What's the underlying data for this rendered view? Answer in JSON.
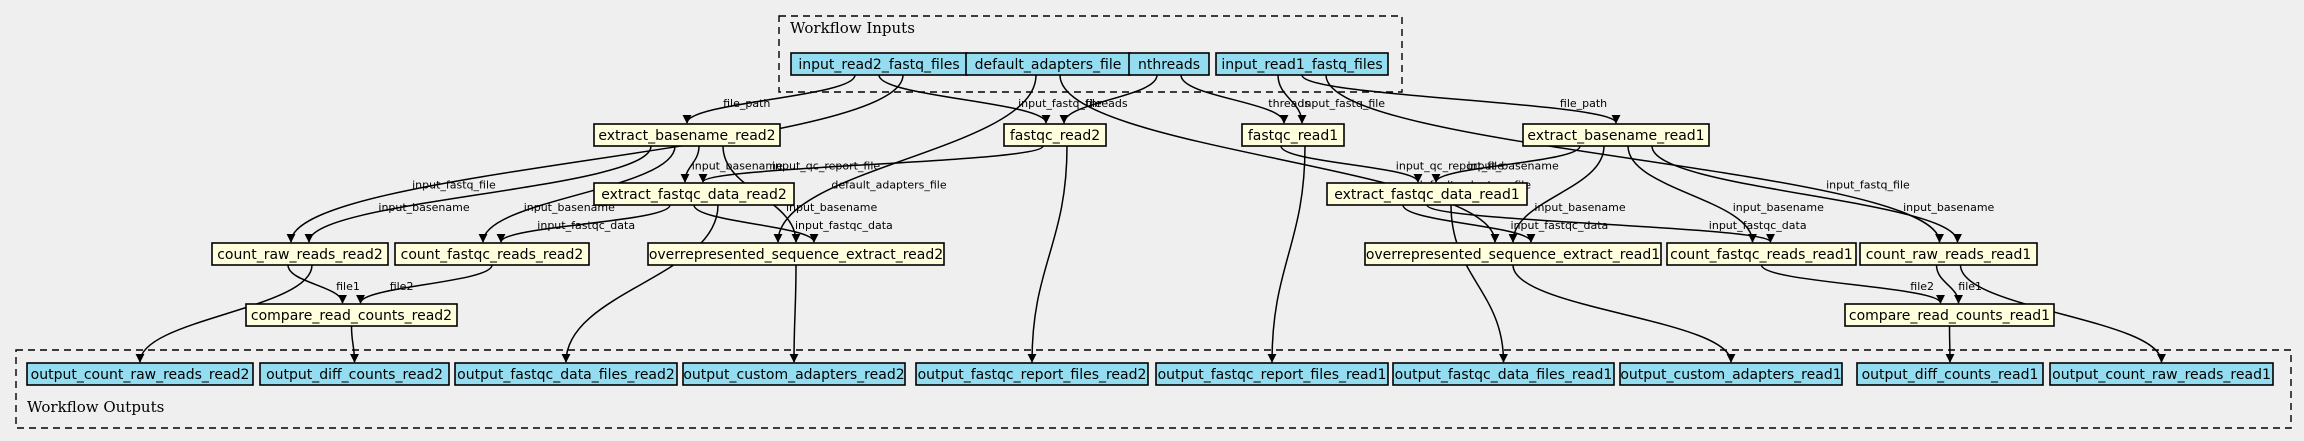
{
  "clusters": {
    "inputs": {
      "label": "Workflow Inputs"
    },
    "outputs": {
      "label": "Workflow Outputs"
    }
  },
  "nodes": [
    {
      "id": "input_read2_fastq_files",
      "label": "input_read2_fastq_files",
      "kind": "input"
    },
    {
      "id": "default_adapters_file",
      "label": "default_adapters_file",
      "kind": "input"
    },
    {
      "id": "nthreads",
      "label": "nthreads",
      "kind": "input"
    },
    {
      "id": "input_read1_fastq_files",
      "label": "input_read1_fastq_files",
      "kind": "input"
    },
    {
      "id": "extract_basename_read2",
      "label": "extract_basename_read2",
      "kind": "step"
    },
    {
      "id": "fastqc_read2",
      "label": "fastqc_read2",
      "kind": "step"
    },
    {
      "id": "fastqc_read1",
      "label": "fastqc_read1",
      "kind": "step"
    },
    {
      "id": "extract_basename_read1",
      "label": "extract_basename_read1",
      "kind": "step"
    },
    {
      "id": "extract_fastqc_data_read2",
      "label": "extract_fastqc_data_read2",
      "kind": "step"
    },
    {
      "id": "extract_fastqc_data_read1",
      "label": "extract_fastqc_data_read1",
      "kind": "step"
    },
    {
      "id": "count_raw_reads_read2",
      "label": "count_raw_reads_read2",
      "kind": "step"
    },
    {
      "id": "count_fastqc_reads_read2",
      "label": "count_fastqc_reads_read2",
      "kind": "step"
    },
    {
      "id": "overrepresented_sequence_extract_read2",
      "label": "overrepresented_sequence_extract_read2",
      "kind": "step"
    },
    {
      "id": "overrepresented_sequence_extract_read1",
      "label": "overrepresented_sequence_extract_read1",
      "kind": "step"
    },
    {
      "id": "count_fastqc_reads_read1",
      "label": "count_fastqc_reads_read1",
      "kind": "step"
    },
    {
      "id": "count_raw_reads_read1",
      "label": "count_raw_reads_read1",
      "kind": "step"
    },
    {
      "id": "compare_read_counts_read2",
      "label": "compare_read_counts_read2",
      "kind": "step"
    },
    {
      "id": "compare_read_counts_read1",
      "label": "compare_read_counts_read1",
      "kind": "step"
    },
    {
      "id": "output_count_raw_reads_read2",
      "label": "output_count_raw_reads_read2",
      "kind": "output"
    },
    {
      "id": "output_diff_counts_read2",
      "label": "output_diff_counts_read2",
      "kind": "output"
    },
    {
      "id": "output_fastqc_data_files_read2",
      "label": "output_fastqc_data_files_read2",
      "kind": "output"
    },
    {
      "id": "output_custom_adapters_read2",
      "label": "output_custom_adapters_read2",
      "kind": "output"
    },
    {
      "id": "output_fastqc_report_files_read2",
      "label": "output_fastqc_report_files_read2",
      "kind": "output"
    },
    {
      "id": "output_fastqc_report_files_read1",
      "label": "output_fastqc_report_files_read1",
      "kind": "output"
    },
    {
      "id": "output_fastqc_data_files_read1",
      "label": "output_fastqc_data_files_read1",
      "kind": "output"
    },
    {
      "id": "output_custom_adapters_read1",
      "label": "output_custom_adapters_read1",
      "kind": "output"
    },
    {
      "id": "output_diff_counts_read1",
      "label": "output_diff_counts_read1",
      "kind": "output"
    },
    {
      "id": "output_count_raw_reads_read1",
      "label": "output_count_raw_reads_read1",
      "kind": "output"
    }
  ],
  "edges": [
    {
      "from": "input_read2_fastq_files",
      "to": "extract_basename_read2",
      "label": "file_path"
    },
    {
      "from": "input_read2_fastq_files",
      "to": "fastqc_read2",
      "label": "input_fastq_file"
    },
    {
      "from": "input_read2_fastq_files",
      "to": "count_raw_reads_read2",
      "label": "input_fastq_file"
    },
    {
      "from": "nthreads",
      "to": "fastqc_read2",
      "label": "threads"
    },
    {
      "from": "nthreads",
      "to": "fastqc_read1",
      "label": "threads"
    },
    {
      "from": "default_adapters_file",
      "to": "overrepresented_sequence_extract_read2",
      "label": "default_adapters_file"
    },
    {
      "from": "default_adapters_file",
      "to": "overrepresented_sequence_extract_read1",
      "label": "default_adapters_file"
    },
    {
      "from": "input_read1_fastq_files",
      "to": "fastqc_read1",
      "label": "input_fastq_file"
    },
    {
      "from": "input_read1_fastq_files",
      "to": "extract_basename_read1",
      "label": "file_path"
    },
    {
      "from": "input_read1_fastq_files",
      "to": "count_raw_reads_read1",
      "label": "input_fastq_file"
    },
    {
      "from": "extract_basename_read2",
      "to": "count_raw_reads_read2",
      "label": "input_basename"
    },
    {
      "from": "extract_basename_read2",
      "to": "count_fastqc_reads_read2",
      "label": "input_basename"
    },
    {
      "from": "extract_basename_read2",
      "to": "extract_fastqc_data_read2",
      "label": "input_basename"
    },
    {
      "from": "extract_basename_read2",
      "to": "overrepresented_sequence_extract_read2",
      "label": "input_basename"
    },
    {
      "from": "fastqc_read2",
      "to": "extract_fastqc_data_read2",
      "label": "input_qc_report_file"
    },
    {
      "from": "fastqc_read2",
      "to": "output_fastqc_report_files_read2",
      "label": ""
    },
    {
      "from": "fastqc_read1",
      "to": "extract_fastqc_data_read1",
      "label": "input_qc_report_file"
    },
    {
      "from": "fastqc_read1",
      "to": "output_fastqc_report_files_read1",
      "label": ""
    },
    {
      "from": "extract_basename_read1",
      "to": "extract_fastqc_data_read1",
      "label": "input_basename"
    },
    {
      "from": "extract_basename_read1",
      "to": "overrepresented_sequence_extract_read1",
      "label": "input_basename"
    },
    {
      "from": "extract_basename_read1",
      "to": "count_fastqc_reads_read1",
      "label": "input_basename"
    },
    {
      "from": "extract_basename_read1",
      "to": "count_raw_reads_read1",
      "label": "input_basename"
    },
    {
      "from": "extract_fastqc_data_read2",
      "to": "count_fastqc_reads_read2",
      "label": "input_fastqc_data"
    },
    {
      "from": "extract_fastqc_data_read2",
      "to": "overrepresented_sequence_extract_read2",
      "label": "input_fastqc_data"
    },
    {
      "from": "extract_fastqc_data_read2",
      "to": "output_fastqc_data_files_read2",
      "label": ""
    },
    {
      "from": "extract_fastqc_data_read1",
      "to": "overrepresented_sequence_extract_read1",
      "label": "input_fastqc_data"
    },
    {
      "from": "extract_fastqc_data_read1",
      "to": "count_fastqc_reads_read1",
      "label": "input_fastqc_data"
    },
    {
      "from": "extract_fastqc_data_read1",
      "to": "output_fastqc_data_files_read1",
      "label": ""
    },
    {
      "from": "count_raw_reads_read2",
      "to": "compare_read_counts_read2",
      "label": "file1"
    },
    {
      "from": "count_raw_reads_read2",
      "to": "output_count_raw_reads_read2",
      "label": ""
    },
    {
      "from": "count_fastqc_reads_read2",
      "to": "compare_read_counts_read2",
      "label": "file2"
    },
    {
      "from": "overrepresented_sequence_extract_read2",
      "to": "output_custom_adapters_read2",
      "label": ""
    },
    {
      "from": "overrepresented_sequence_extract_read1",
      "to": "output_custom_adapters_read1",
      "label": ""
    },
    {
      "from": "count_fastqc_reads_read1",
      "to": "compare_read_counts_read1",
      "label": "file2"
    },
    {
      "from": "count_raw_reads_read1",
      "to": "compare_read_counts_read1",
      "label": "file1"
    },
    {
      "from": "count_raw_reads_read1",
      "to": "output_count_raw_reads_read1",
      "label": ""
    },
    {
      "from": "compare_read_counts_read2",
      "to": "output_diff_counts_read2",
      "label": ""
    },
    {
      "from": "compare_read_counts_read1",
      "to": "output_diff_counts_read1",
      "label": ""
    }
  ]
}
